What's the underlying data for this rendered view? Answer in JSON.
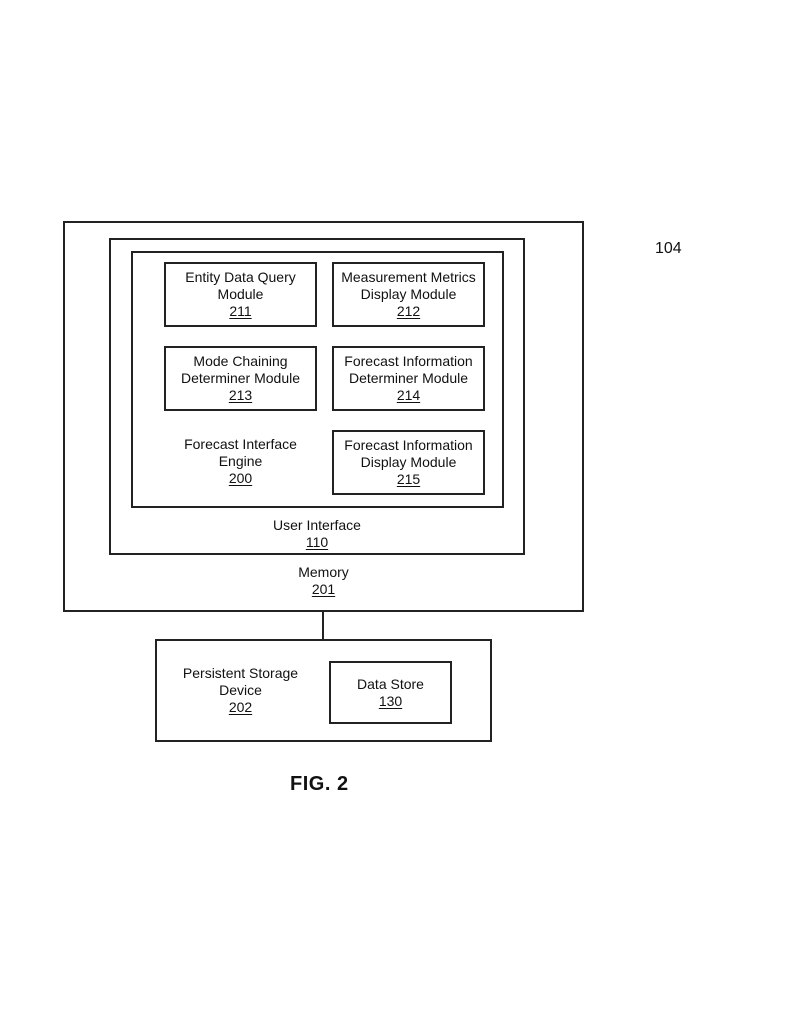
{
  "figure_ref": "104",
  "figure_title": "FIG. 2",
  "memory": {
    "name": "Memory",
    "number": "201"
  },
  "user_interface": {
    "name": "User Interface",
    "number": "110"
  },
  "engine": {
    "line1": "Forecast Interface",
    "line2": "Engine",
    "number": "200"
  },
  "modules": {
    "m211": {
      "line1": "Entity Data Query",
      "line2": "Module",
      "number": "211"
    },
    "m212": {
      "line1": "Measurement Metrics",
      "line2": "Display Module",
      "number": "212"
    },
    "m213": {
      "line1": "Mode Chaining",
      "line2": "Determiner Module",
      "number": "213"
    },
    "m214": {
      "line1": "Forecast Information",
      "line2": "Determiner Module",
      "number": "214"
    },
    "m215": {
      "line1": "Forecast Information",
      "line2": "Display Module",
      "number": "215"
    }
  },
  "storage": {
    "line1": "Persistent Storage",
    "line2": "Device",
    "number": "202"
  },
  "data_store": {
    "name": "Data Store",
    "number": "130"
  }
}
